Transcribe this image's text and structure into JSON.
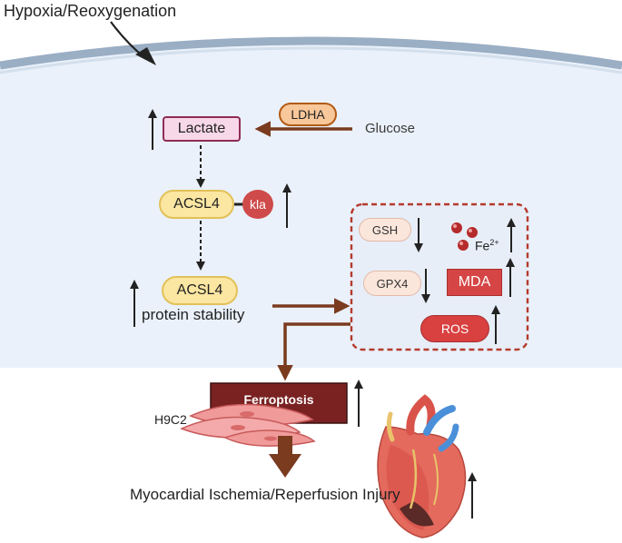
{
  "labels": {
    "stimulus": "Hypoxia/Reoxygenation",
    "lactate": "Lactate",
    "ldha": "LDHA",
    "glucose": "Glucose",
    "acsl4_top": "ACSL4",
    "kla": "kla",
    "acsl4_bottom": "ACSL4",
    "protein_stability": "protein stability",
    "gsh": "GSH",
    "fe_base": "Fe",
    "fe_charge": "2+",
    "gpx4": "GPX4",
    "mda": "MDA",
    "ros": "ROS",
    "ferroptosis": "Ferroptosis",
    "cell_line": "H9C2",
    "outcome": "Myocardial Ischemia/Reperfusion Injury"
  },
  "icons": [
    "curved-arrow-icon",
    "up-arrow-icon",
    "down-arrow-icon",
    "iron-particle-icon",
    "cardiomyocyte-icon",
    "heart-icon"
  ],
  "colors": {
    "cytoplasm": "#eaf1fa",
    "membrane": "#9aaec4",
    "lactate_fill": "#f7d8e8",
    "lactate_border": "#8e2c56",
    "ldha_fill": "#f8c79a",
    "ldha_border": "#b35a14",
    "acsl4_fill": "#fbe6a2",
    "acsl4_border": "#e2c158",
    "kla_fill": "#cf4a4a",
    "box_border": "#b53a2d",
    "mda_fill": "#d64545",
    "ros_fill": "#d94040",
    "ferroptosis_fill": "#7a2222",
    "pathway_arrow": "#7a3b1f"
  }
}
